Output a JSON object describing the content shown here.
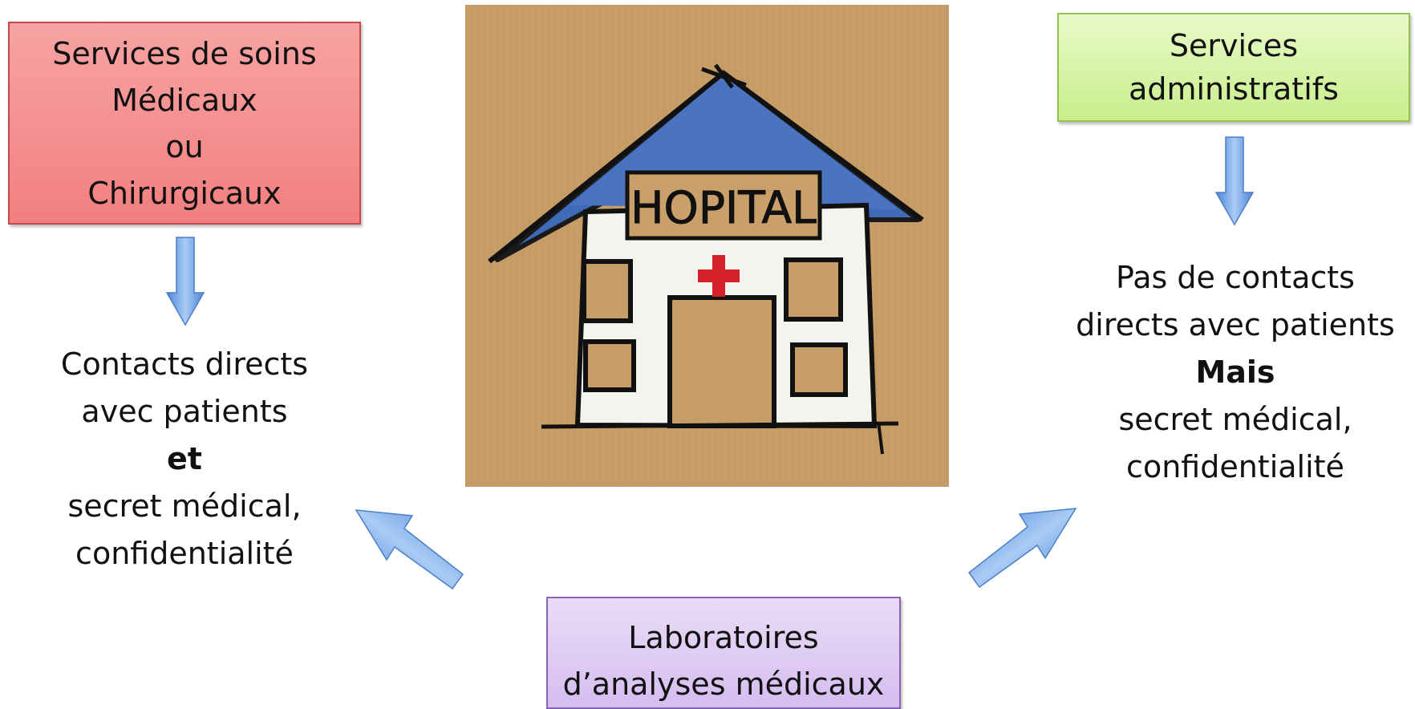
{
  "top_left_box": {
    "lines": [
      "Services de soins",
      "Médicaux",
      "ou",
      "Chirurgicaux"
    ],
    "color": "#f48c8c"
  },
  "left_text": {
    "line1": "Contacts directs",
    "line2": "avec patients",
    "emphasis": "et",
    "line3": "secret médical,",
    "line4": "confidentialité"
  },
  "top_right_box": {
    "lines": [
      "Services",
      "administratifs"
    ],
    "color": "#d6f4a6"
  },
  "right_text": {
    "line1": "Pas de contacts",
    "line2": "directs avec patients",
    "emphasis": "Mais",
    "line3": "secret médical,",
    "line4": "confidentialité"
  },
  "bottom_box": {
    "lines": [
      "Laboratoires",
      "d’analyses médicaux"
    ],
    "color": "#e0cff5"
  },
  "picture": {
    "sign_text": "HOPITAL"
  },
  "arrow_color": "#6fa3e0"
}
